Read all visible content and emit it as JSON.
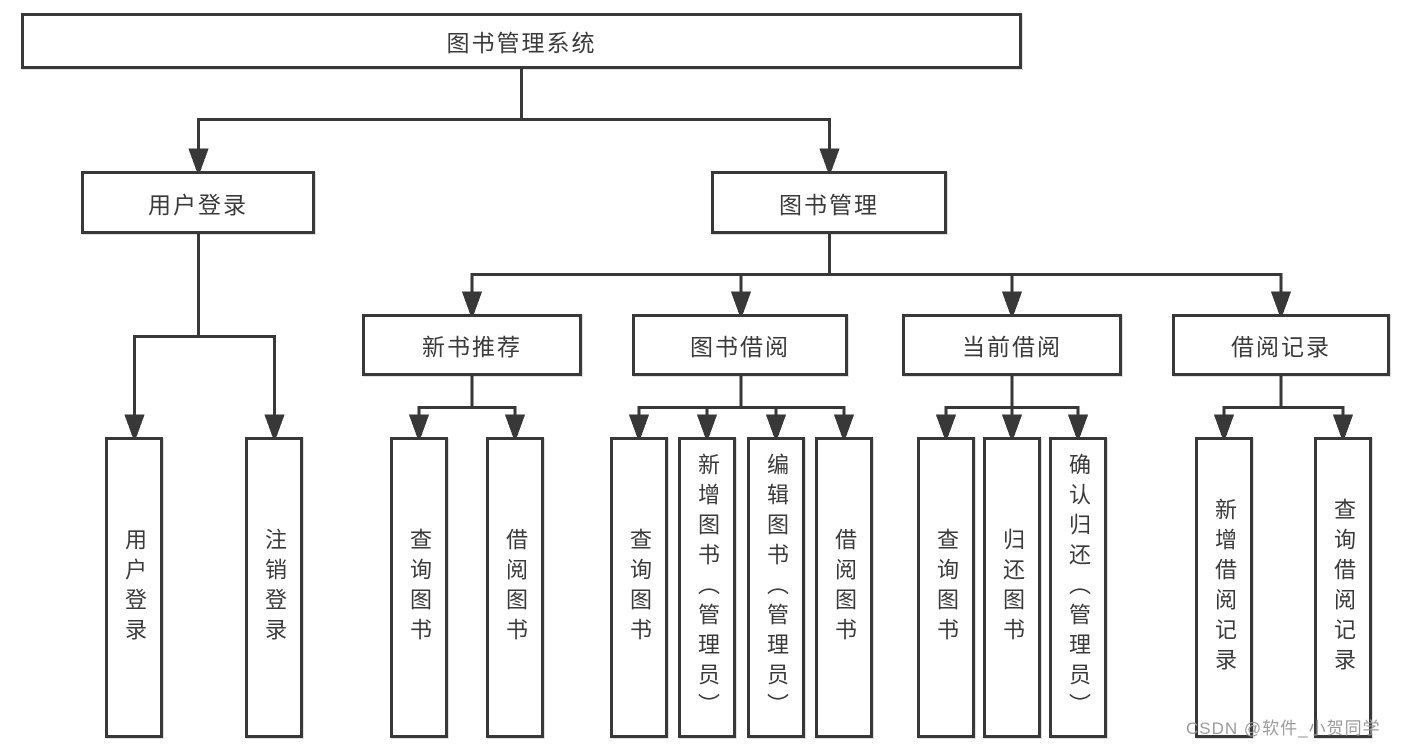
{
  "colors": {
    "line": "#383838",
    "text": "#3a3a3a",
    "background": "#ffffff",
    "watermark": "#9b9b9b"
  },
  "diagram": {
    "root": "图书管理系统",
    "level2": [
      "用户登录",
      "图书管理"
    ],
    "level3": [
      "新书推荐",
      "图书借阅",
      "当前借阅",
      "借阅记录"
    ],
    "leaves": {
      "user_login": [
        "用户登录",
        "注销登录"
      ],
      "new_book": [
        "查询图书",
        "借阅图书"
      ],
      "book_borrow": [
        "查询图书",
        "新增图书（管理员）",
        "编辑图书（管理员）",
        "借阅图书"
      ],
      "current_borrow": [
        "查询图书",
        "归还图书",
        "确认归还（管理员）"
      ],
      "borrow_record": [
        "新增借阅记录",
        "查询借阅记录"
      ]
    }
  },
  "watermark": "CSDN @软件_小贺同学"
}
